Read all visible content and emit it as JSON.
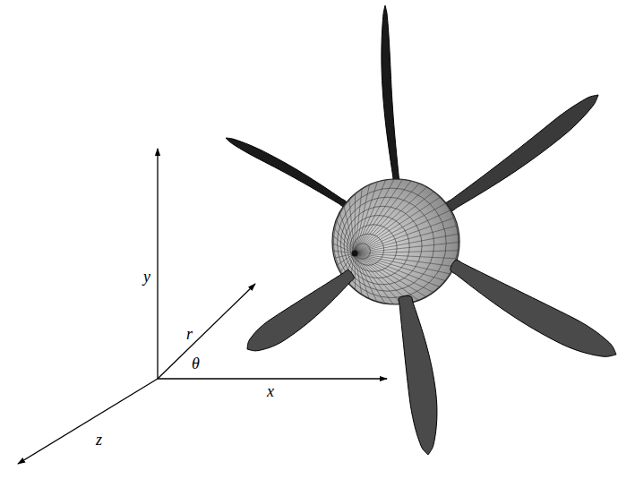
{
  "diagram": {
    "labels": [
      "y",
      "r",
      "θ",
      "x",
      "z"
    ]
  }
}
